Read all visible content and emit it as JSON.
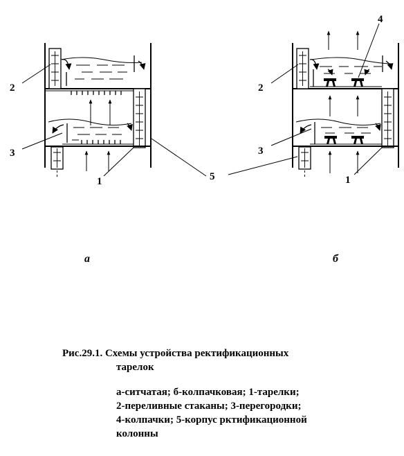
{
  "diagram": {
    "left": {
      "sublabel": "а",
      "labels": {
        "plates": "1",
        "overflow_pipes": "2",
        "partitions": "3",
        "shell": "5"
      }
    },
    "right": {
      "sublabel": "б",
      "labels": {
        "plates": "1",
        "overflow_pipes": "2",
        "partitions": "3",
        "caps": "4"
      }
    }
  },
  "caption": {
    "title_line1": "Рис.29.1. Схемы устройства ректификационных",
    "title_line2": "тарелок",
    "legend": [
      "а-ситчатая; б-колпачковая; 1-тарелки;",
      "2-переливные стаканы; 3-перегородки;",
      "4-колпачки; 5-корпус рктификационной",
      "колонны"
    ]
  }
}
